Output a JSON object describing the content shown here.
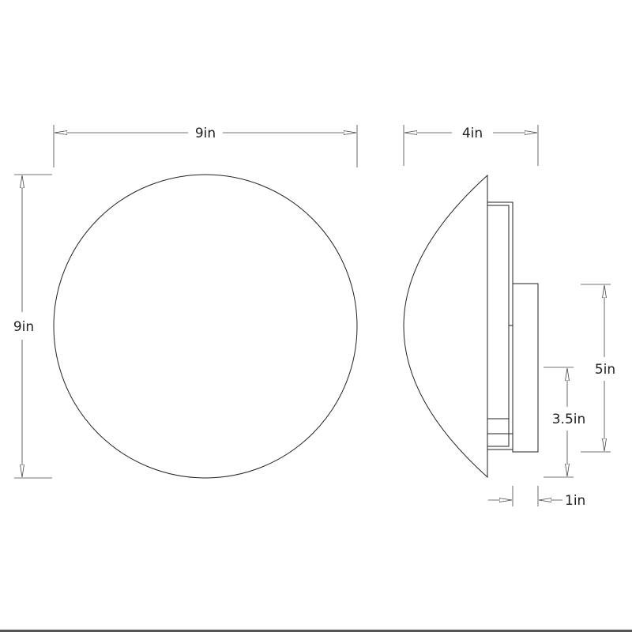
{
  "dimensions": {
    "front_width": "9in",
    "front_height": "9in",
    "side_depth": "4in",
    "backplate_height": "5in",
    "mount_height": "3.5in",
    "box_depth": "1in"
  },
  "colors": {
    "line": "#222222",
    "background": "#ffffff"
  }
}
